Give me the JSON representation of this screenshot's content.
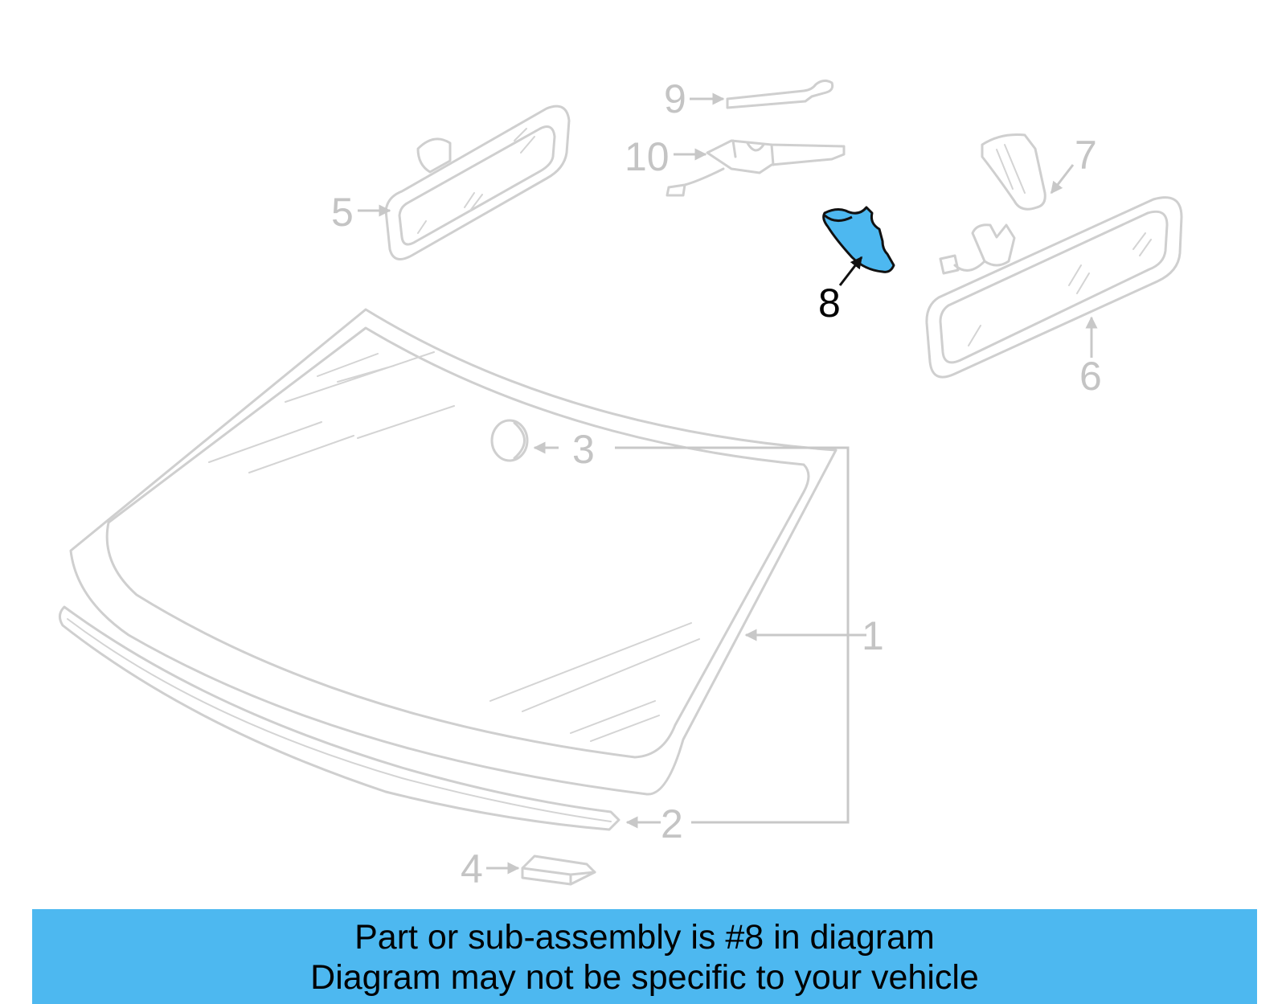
{
  "callouts": {
    "c1": "1",
    "c2": "2",
    "c3": "3",
    "c4": "4",
    "c5": "5",
    "c6": "6",
    "c7": "7",
    "c8": "8",
    "c9": "9",
    "c10": "10"
  },
  "highlight": {
    "part_number": "8",
    "color": "#4db8f0"
  },
  "banner": {
    "line1": "Part or sub-assembly is #8 in diagram",
    "line2": "Diagram may not be specific to your vehicle",
    "color": "#4db8f0"
  }
}
